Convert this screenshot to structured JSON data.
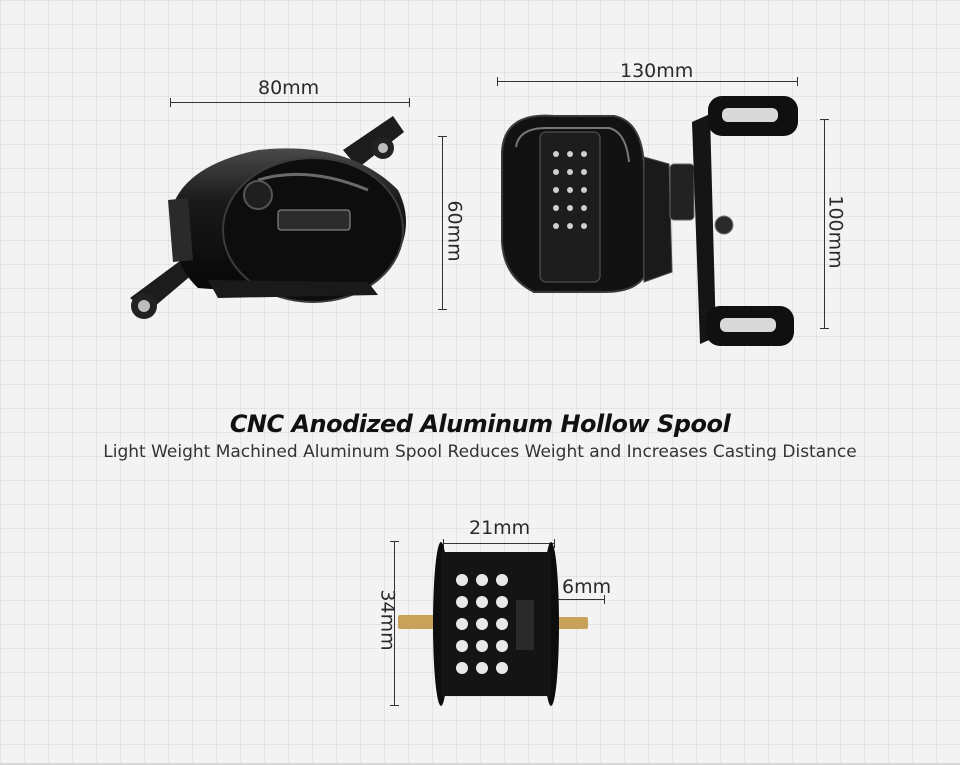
{
  "dimensions": {
    "side_width": "80mm",
    "side_height": "60mm",
    "front_width": "130mm",
    "front_height": "100mm",
    "spool_width": "21mm",
    "spool_height": "34mm",
    "shaft_length": "6mm"
  },
  "headline": "CNC Anodized Aluminum Hollow Spool",
  "subline": "Light Weight Machined Aluminum Spool Reduces Weight and Increases Casting Distance",
  "colors": {
    "reel_black": "#121212",
    "accent_chrome": "#c8c8c8",
    "brass": "#c9a25a"
  }
}
